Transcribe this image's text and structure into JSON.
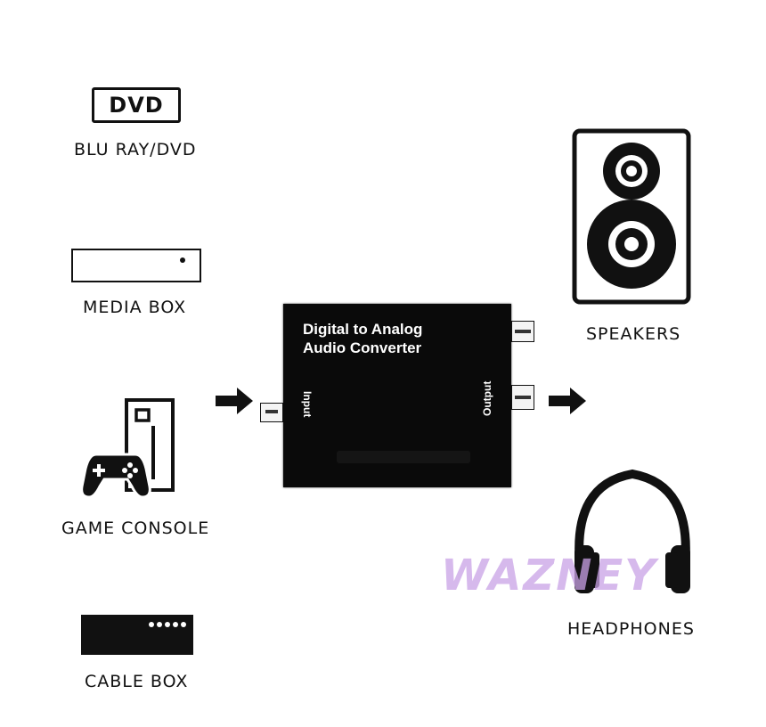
{
  "sources": {
    "dvd": {
      "badge": "DVD",
      "label": "BLU RAY/DVD",
      "icon": "dvd-icon"
    },
    "media_box": {
      "label": "MEDIA BOX",
      "icon": "media-box-icon"
    },
    "game_console": {
      "label": "GAME CONSOLE",
      "icon": "game-console-icon"
    },
    "cable_box": {
      "label": "CABLE BOX",
      "icon": "cable-box-icon"
    }
  },
  "converter": {
    "title_line1": "Digital  to Analog",
    "title_line2": "Audio Converter",
    "input_label": "Input",
    "output_label": "Output"
  },
  "outputs": {
    "speakers": {
      "label": "SPEAKERS",
      "icon": "speaker-icon"
    },
    "headphones": {
      "label": "HEADPHONES",
      "icon": "headphones-icon"
    }
  },
  "watermark": "WAZNEY",
  "colors": {
    "ink": "#111111",
    "device": "#0a0a0a",
    "watermark": "#c9a2e6"
  }
}
